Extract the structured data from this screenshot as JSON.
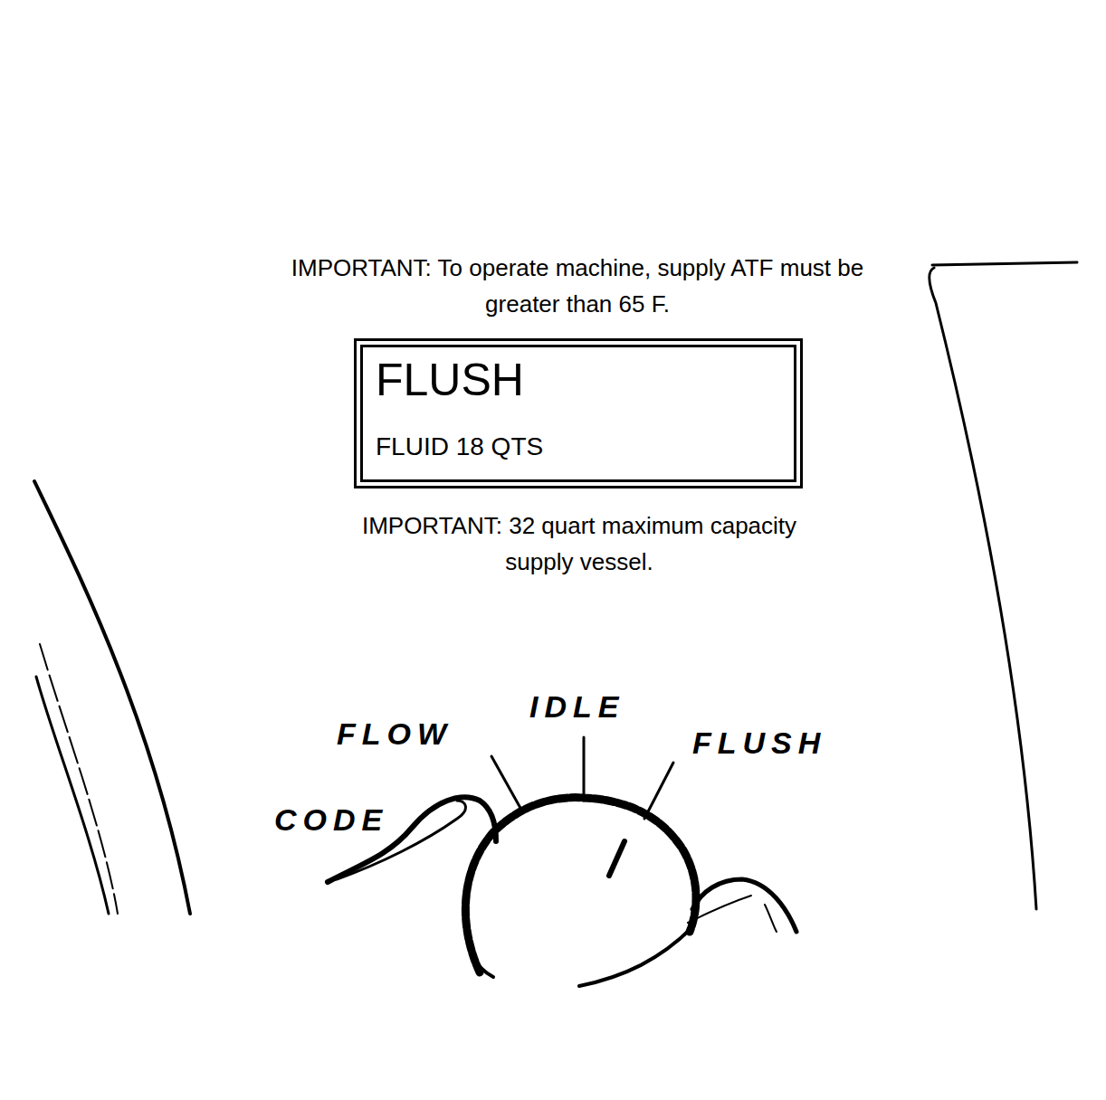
{
  "diagram": {
    "nodes": [
      {
        "text": [
          "FLUSH",
          "FLUID 18 QTS"
        ]
      }
    ],
    "labels": [
      "IMPORTANT: To operate machine, supply ATF must be greater than 65 F.",
      "IMPORTANT: 32 quart maximum capacity supply vessel.",
      "FLOW",
      "IDLE",
      "FLUSH",
      "CODE"
    ]
  }
}
